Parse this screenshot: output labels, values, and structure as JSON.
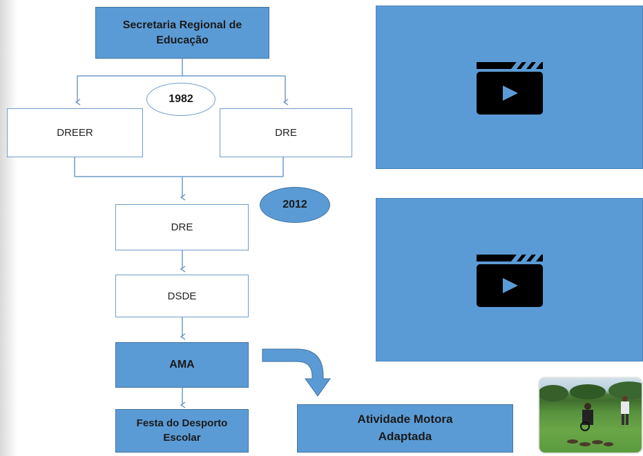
{
  "nodes": {
    "secretaria": "Secretaria Regional de Educação",
    "dreer": "DREER",
    "dre_left": "DRE",
    "dre_center": "DRE",
    "dsde": "DSDE",
    "ama": "AMA",
    "festa": "Festa do Desporto Escolar",
    "atividade": "Atividade Motora Adaptada"
  },
  "years": {
    "first": "1982",
    "second": "2012"
  },
  "media": {
    "video_icon": "clapperboard-play-icon",
    "photo_desc": "outdoor-field-photo"
  },
  "colors": {
    "box_blue": "#5b9bd5",
    "box_border": "#41719c",
    "line": "#6f9bc8"
  }
}
